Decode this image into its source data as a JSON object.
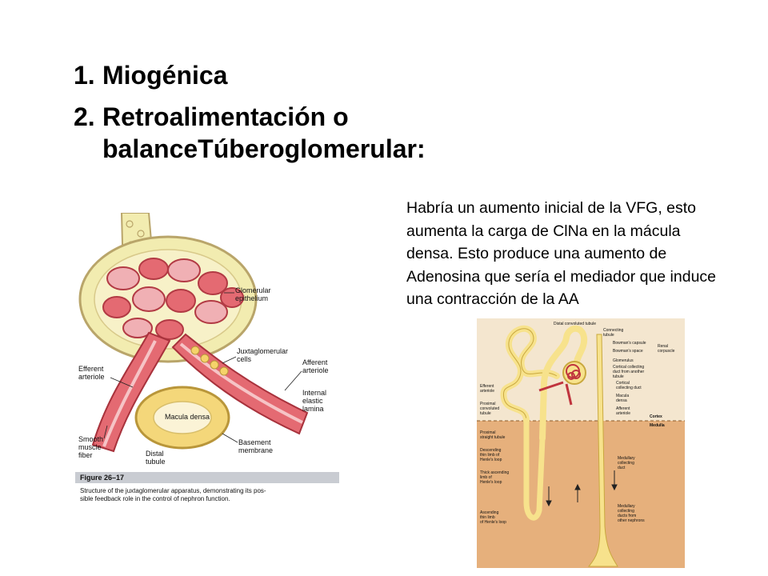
{
  "heading_list": [
    {
      "number": "1.",
      "text": "Miogénica"
    },
    {
      "number": "2.",
      "text": "Retroalimentación o balanceTúberoglomerular:"
    }
  ],
  "paragraph": "Habría un aumento inicial de la VFG, esto aumenta la carga de ClNa en la mácula densa. Esto produce una aumento de Adenosina que sería el mediador que induce una contracción de la AA",
  "figure_left": {
    "labels": {
      "glomerular_epithelium_1": "Glomerular",
      "glomerular_epithelium_2": "epithelium",
      "juxta_1": "Juxtaglomerular",
      "juxta_2": "cells",
      "afferent_1": "Afferent",
      "afferent_2": "arteriole",
      "efferent_1": "Efferent",
      "efferent_2": "arteriole",
      "internal_1": "Internal",
      "internal_2": "elastic",
      "internal_3": "lamina",
      "macula": "Macula densa",
      "smooth_1": "Smooth",
      "smooth_2": "muscle",
      "smooth_3": "fiber",
      "basement_1": "Basement",
      "basement_2": "membrane",
      "distal_1": "Distal",
      "distal_2": "tubule"
    },
    "figure_number": "Figure 26–17",
    "caption_line1": "Structure of the juxtaglomerular apparatus, demonstrating its pos-",
    "caption_line2": "sible feedback role in the control of nephron function."
  },
  "figure_right": {
    "labels": {
      "distal_conv": "Distal convoluted tubule",
      "connecting_1": "Connecting",
      "connecting_2": "tubule",
      "bowmans_capsule": "Bowman's capsule",
      "bowmans_space": "Bowman's space",
      "renal_1": "Renal",
      "renal_2": "corpuscle",
      "glomerulus": "Glomerulus",
      "cortical_dup_1": "Cortical collecting",
      "cortical_dup_2": "duct from another",
      "cortical_dup_3": "tubule",
      "efferent_1": "Efferent",
      "efferent_2": "arteriole",
      "cortical_1": "Cortical",
      "cortical_2": "collecting duct",
      "macula_1": "Macula",
      "macula_2": "densa",
      "proximal_conv_1": "Proximal",
      "proximal_conv_2": "convoluted",
      "proximal_conv_3": "tubule",
      "afferent_1": "Afferent",
      "afferent_2": "arteriole",
      "cortex": "Cortex",
      "medulla": "Medulla",
      "proximal_straight_1": "Proximal",
      "proximal_straight_2": "straight tubule",
      "descending_1": "Descending",
      "descending_2": "thin limb of",
      "descending_3": "Henle's loop",
      "medullary_1": "Medullary",
      "medullary_2": "collecting",
      "medullary_3": "duct",
      "thick_1": "Thick ascending",
      "thick_2": "limb of",
      "thick_3": "Henle's loop",
      "ascending_1": "Ascending",
      "ascending_2": "thin limb",
      "ascending_3": "of Henle's loop",
      "mcd_1": "Medullary",
      "mcd_2": "collecting",
      "mcd_3": "ducts from",
      "mcd_4": "other nephrons"
    }
  },
  "colors": {
    "capsule_fill": "#f2ecb0",
    "vessel_red": "#d9505a",
    "vessel_pink": "#f0b0b4",
    "tubule_yellow": "#f7e28c",
    "cortex_bg": "#f4e6cf",
    "medulla_bg": "#e6b07c",
    "figure_band": "#c9ccd2"
  }
}
